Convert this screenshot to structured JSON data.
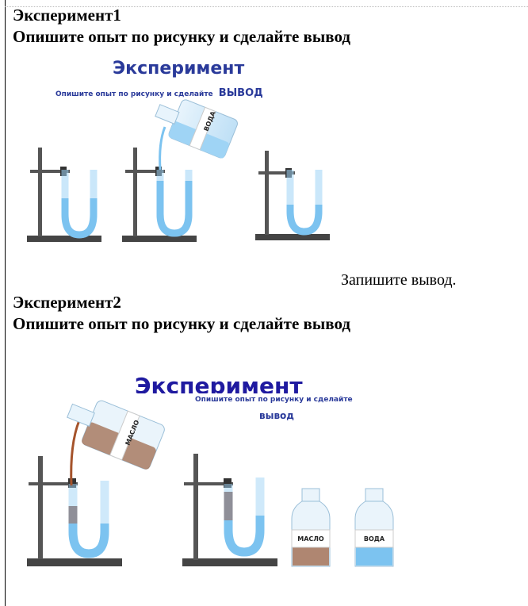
{
  "exp1": {
    "heading": "Эксперимент1",
    "instruction": "Опишите опыт  по рисунку и сделайте вывод",
    "figure": {
      "title": "Эксперимент",
      "subtitle": "Опишите опыт  по рисунку и сделайте",
      "subtitle_emph": "ВЫВОД",
      "bottle_label": "ВОДА"
    },
    "write_conclusion": "Запишите вывод."
  },
  "exp2": {
    "heading": "Эксперимент2",
    "instruction": "Опишите опыт  по рисунку и сделайте вывод",
    "figure": {
      "title": "Эксперимент",
      "subtitle": "Опишите опыт  по рисунку и сделайте",
      "subtitle_emph": "вывод",
      "pour_bottle_label": "МАСЛО",
      "bottle_oil_label": "МАСЛО",
      "bottle_water_label": "ВОДА"
    }
  },
  "colors": {
    "water": "#9fd4f5",
    "oil": "#a87a62",
    "stand": "#444444",
    "title_blue": "#2a3a9a"
  }
}
